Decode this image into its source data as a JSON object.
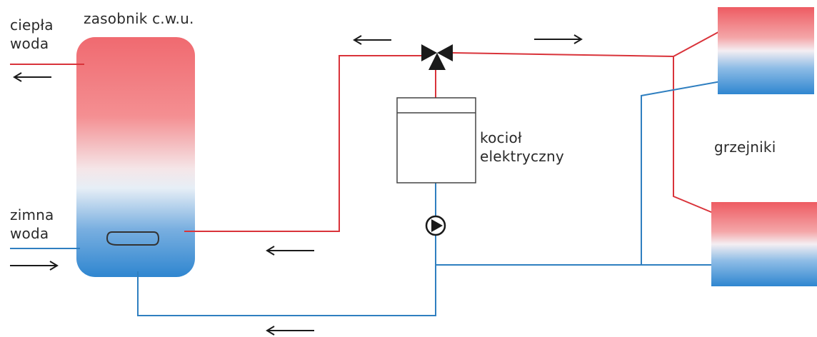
{
  "labels": {
    "hot_water": "ciepła\nwoda",
    "tank": "zasobnik c.w.u.",
    "cold_water": "zimna\nwoda",
    "boiler": "kocioł\nelektryczny",
    "radiators": "grzejniki"
  },
  "colors": {
    "supply": "#d9333a",
    "return": "#2f7fc0",
    "outline": "#333333",
    "hot_fill": "#f0646a",
    "cold_fill": "#2f86d0"
  },
  "icons": {
    "valve": "three-way-valve-icon",
    "pump": "circulation-pump-icon",
    "arrow": "flow-arrow-icon"
  }
}
